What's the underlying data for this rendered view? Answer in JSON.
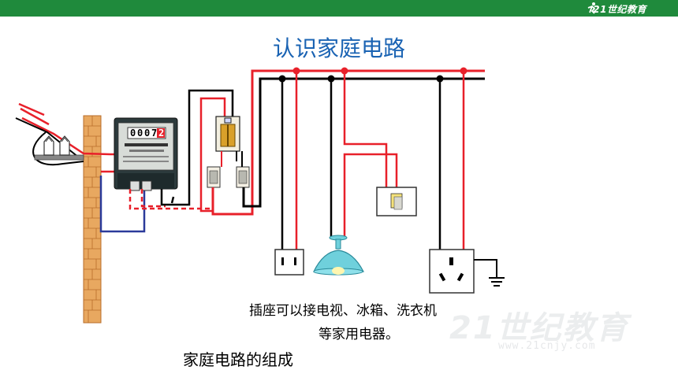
{
  "header": {
    "brand": "21世纪教育",
    "brand_color": "#1f8a3c"
  },
  "title": "认识家庭电路",
  "caption": {
    "line1": "插座可以接电视、冰箱、洗衣机",
    "line2": "等家用电器。"
  },
  "subtitle": "家庭电路的组成",
  "meter": {
    "reading": [
      "0",
      "0",
      "0",
      "7",
      "2"
    ]
  },
  "watermark": {
    "text": "21世纪教育",
    "sub": "www.21cnjy.com"
  },
  "colors": {
    "live_wire": "#e8202a",
    "neutral_wire": "#000000",
    "ground_wire": "#2b3a9a",
    "title": "#1a63b3",
    "brick": "#e8a860",
    "lamp": "#6fd0dc"
  }
}
